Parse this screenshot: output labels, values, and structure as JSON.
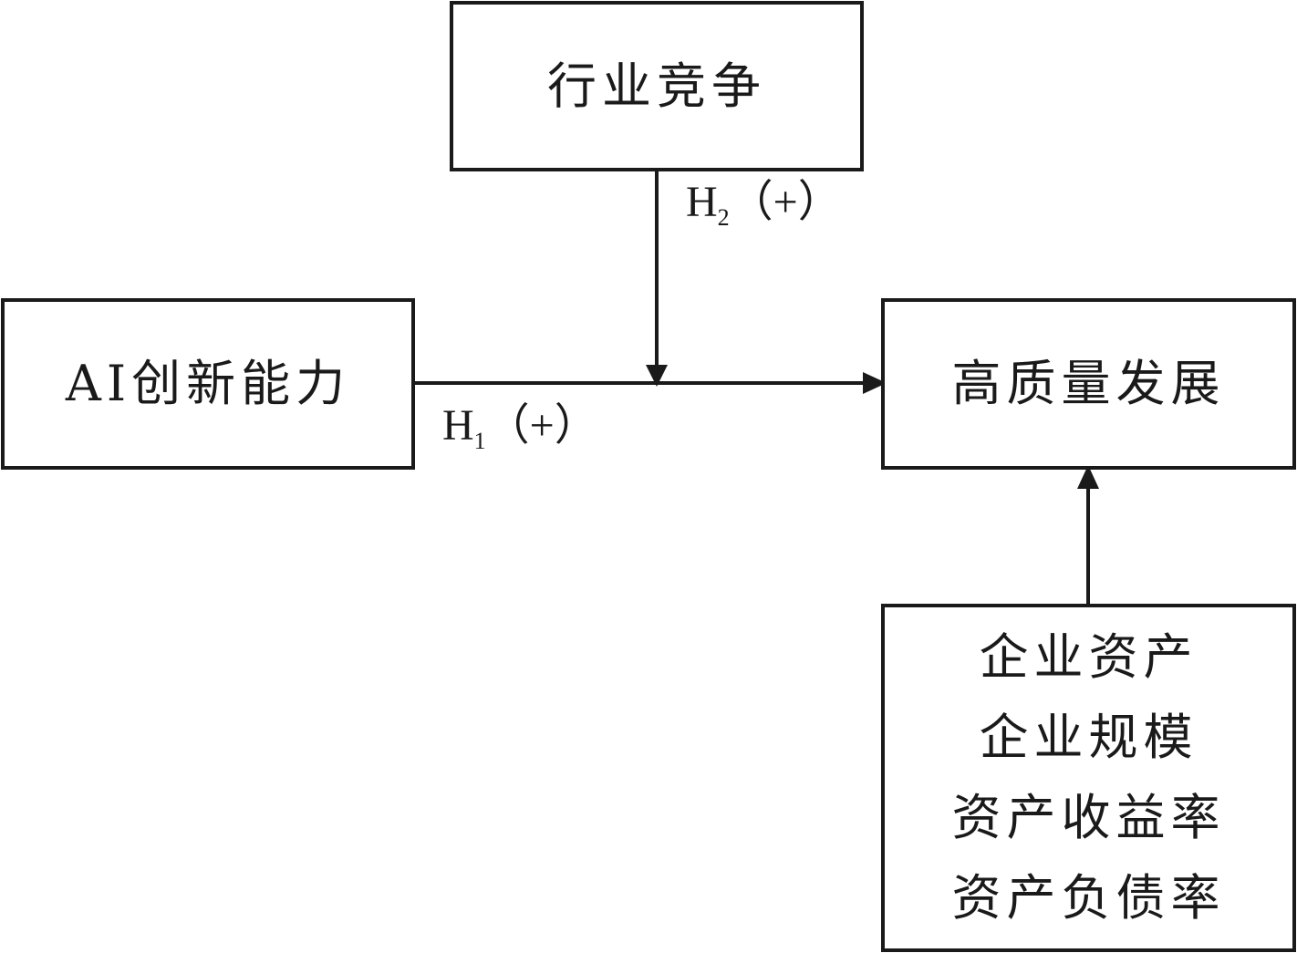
{
  "nodes": {
    "industry_competition": "行业竞争",
    "ai_innovation": "AI创新能力",
    "high_quality_development": "高质量发展",
    "controls": [
      "企业资产",
      "企业规模",
      "资产收益率",
      "资产负债率"
    ]
  },
  "hypotheses": {
    "h1": {
      "letter": "H",
      "sub": "1",
      "sign": "（+）"
    },
    "h2": {
      "letter": "H",
      "sub": "2",
      "sign": "（+）"
    }
  },
  "colors": {
    "stroke": "#1a1a1a",
    "background": "#ffffff"
  }
}
